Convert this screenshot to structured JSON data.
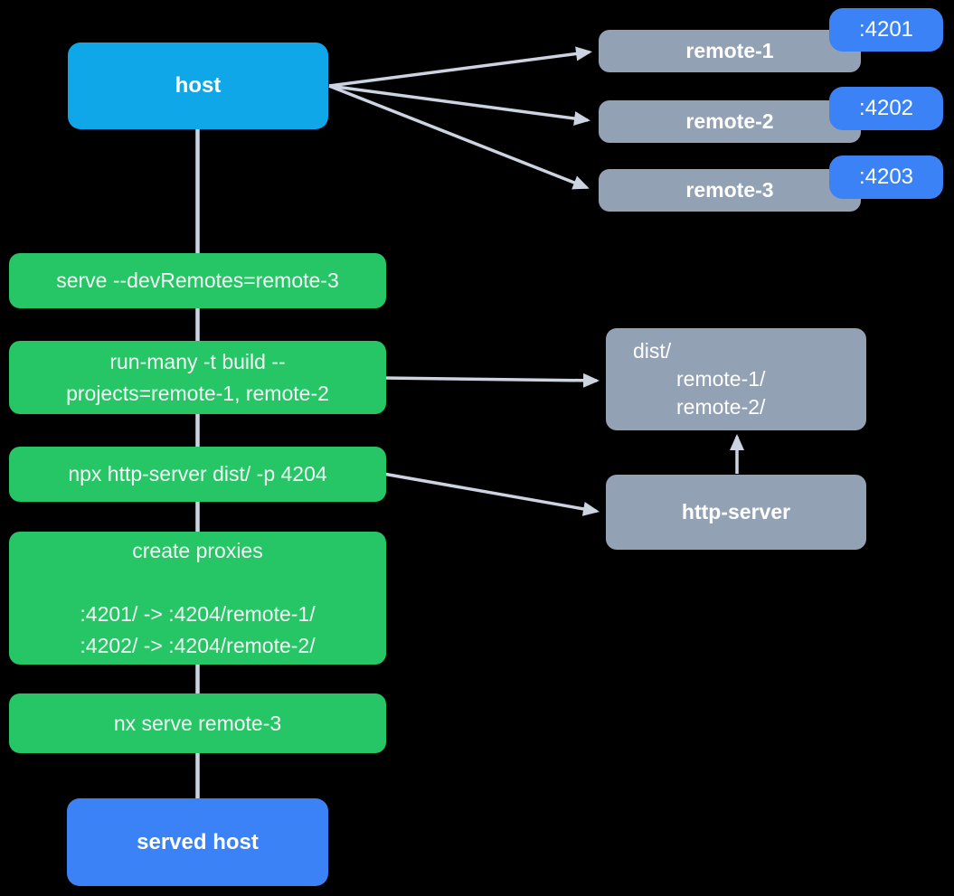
{
  "colors": {
    "background": "#000000",
    "host_fill": "#10A7E8",
    "served_host_fill": "#3B82F6",
    "port_badge_fill": "#3B82F6",
    "gray_node_fill": "#93A1B5",
    "command_fill": "#26C565",
    "connector": "#CDD4E1",
    "text": "#FFFFFF"
  },
  "nodes": {
    "host": {
      "label": "host"
    },
    "served_host": {
      "label": "served host"
    },
    "http_server": {
      "label": "http-server"
    },
    "dist": {
      "lines": [
        "dist/",
        "remote-1/",
        "remote-2/"
      ]
    },
    "remotes": [
      {
        "label": "remote-1",
        "port": ":4201"
      },
      {
        "label": "remote-2",
        "port": ":4202"
      },
      {
        "label": "remote-3",
        "port": ":4203"
      }
    ]
  },
  "commands": [
    {
      "lines": [
        "serve --devRemotes=remote-3"
      ]
    },
    {
      "lines": [
        "run-many -t build --",
        "projects=remote-1, remote-2"
      ]
    },
    {
      "lines": [
        "npx http-server dist/ -p 4204"
      ]
    },
    {
      "lines": [
        "create proxies",
        "",
        ":4201/ -> :4204/remote-1/",
        ":4202/ -> :4204/remote-2/"
      ]
    },
    {
      "lines": [
        "nx serve remote-3"
      ]
    }
  ]
}
